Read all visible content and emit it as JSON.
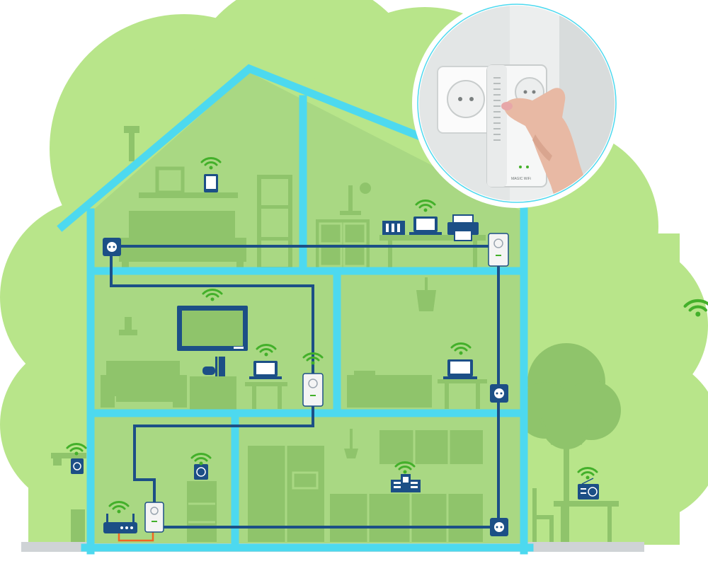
{
  "colors": {
    "background": "#ffffff",
    "cloud": "#b8e58a",
    "room_fill": "#a9d883",
    "furniture": "#8fc46b",
    "wall": "#4dd9ef",
    "powerline": "#1c4f86",
    "wifi": "#43b02a",
    "ethernet_cable": "#f26522",
    "device": "#1c4f86",
    "adapter": "#f4f4f4",
    "ground": "#cfd3d6",
    "photo_ring": "#4dd9ef"
  },
  "icons": [
    "house-outline",
    "powerline-socket-icon",
    "powerline-adapter-icon",
    "wifi-signal-icon",
    "router-icon",
    "tablet-icon",
    "laptop-icon",
    "printer-icon",
    "tv-icon",
    "game-console-icon",
    "smart-speaker-icon",
    "radio-icon",
    "kitchen-appliance-icon",
    "tree-icon",
    "hand-plugging-adapter-photo"
  ],
  "photo_inset": {
    "device_label": "MAGIC WiFi"
  }
}
